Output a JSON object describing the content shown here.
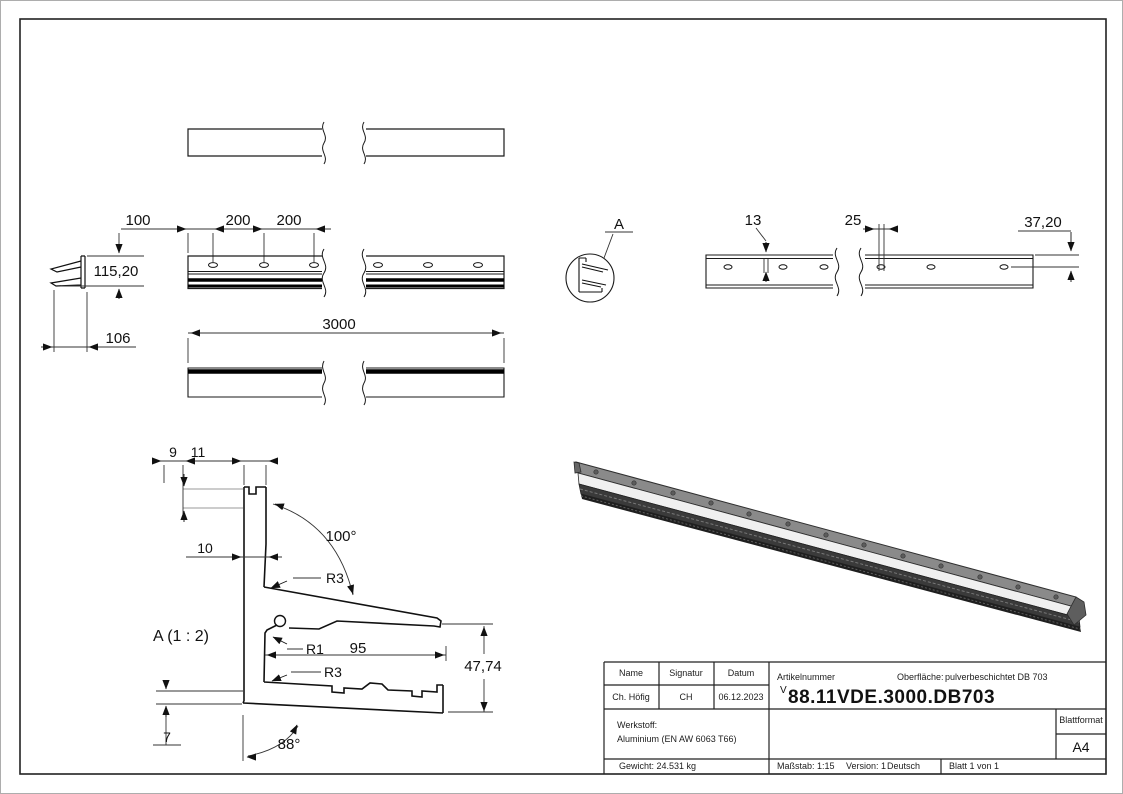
{
  "drawing": {
    "detail_label": "A",
    "section_label": "A (1 : 2)",
    "dims": {
      "hole_offset": "100",
      "hole_pitch_1": "200",
      "hole_pitch_2": "200",
      "profile_height": "115,20",
      "profile_depth": "106",
      "total_length": "3000",
      "hole_13": "13",
      "pair_25": "25",
      "end_37_20": "37,20",
      "sec_9": "9",
      "sec_11": "11",
      "sec_10": "10",
      "sec_angle_100": "100°",
      "sec_r3_top": "R3",
      "sec_r1": "R1",
      "sec_95": "95",
      "sec_r3_bottom": "R3",
      "sec_47_74": "47,74",
      "sec_7": "7",
      "sec_angle_88": "88°"
    },
    "colors": {
      "line": "#1a1a1a",
      "iso_top_face": "#8a8a8a",
      "iso_light_band": "#f0f0f0",
      "iso_dark_band": "#3a3a3a"
    }
  },
  "title_block": {
    "name_label": "Name",
    "signature_label": "Signatur",
    "date_label": "Datum",
    "name": "Ch. Höfig",
    "signature": "CH",
    "date": "06.12.2023",
    "article_label": "Artikelnummer",
    "surface_label": "Oberfläche:",
    "surface_value": "pulverbeschichtet DB 703",
    "revision_mark": "V",
    "article_number": "88.11VDE.3000.DB703",
    "material_label": "Werkstoff:",
    "material_value": "Aluminium (EN AW 6063 T66)",
    "weight": "Gewicht: 24.531 kg",
    "scale": "Maßstab: 1:15",
    "version": "Version: 1",
    "language": "Deutsch",
    "sheet_info": "Blatt 1 von 1",
    "format_label": "Blattformat",
    "format": "A4"
  }
}
